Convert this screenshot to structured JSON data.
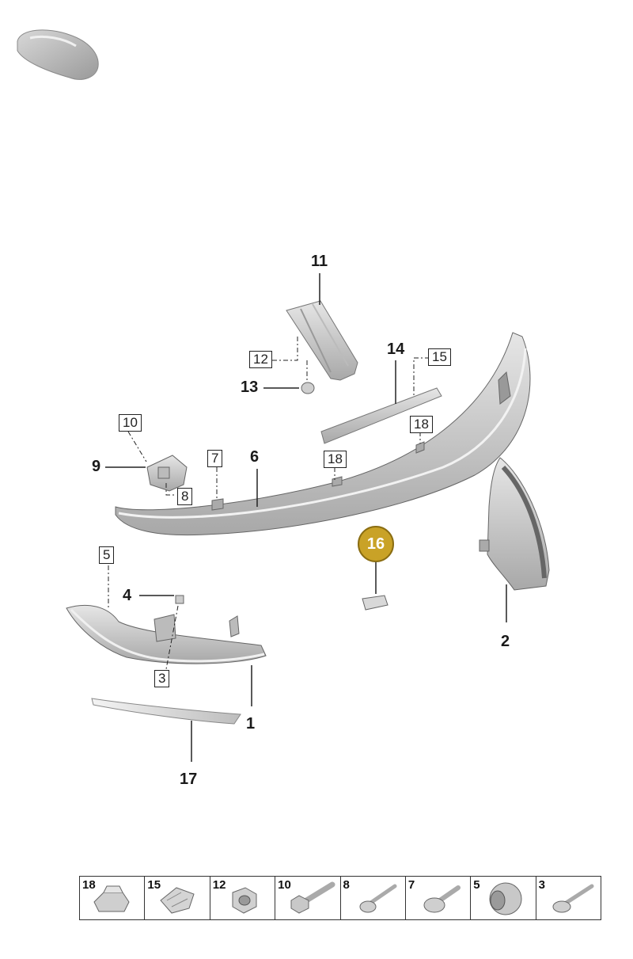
{
  "callouts": {
    "c11": "11",
    "c14": "14",
    "c13": "13",
    "c9": "9",
    "c6": "6",
    "c4": "4",
    "c2": "2",
    "c1": "1",
    "c17": "17"
  },
  "boxed_labels": {
    "b12": "12",
    "b15": "15",
    "b10": "10",
    "b18a": "18",
    "b7": "7",
    "b18b": "18",
    "b8": "8",
    "b5": "5",
    "b3": "3"
  },
  "highlight": {
    "label": "16",
    "color": "#c9a227"
  },
  "fastener_strip": [
    {
      "num": "18",
      "icon": "clip-icon"
    },
    {
      "num": "15",
      "icon": "spring-clip-icon"
    },
    {
      "num": "12",
      "icon": "hex-nut-icon"
    },
    {
      "num": "10",
      "icon": "hex-bolt-icon"
    },
    {
      "num": "8",
      "icon": "screw-icon"
    },
    {
      "num": "7",
      "icon": "pan-screw-icon"
    },
    {
      "num": "5",
      "icon": "grommet-icon"
    },
    {
      "num": "3",
      "icon": "screw-icon"
    }
  ]
}
